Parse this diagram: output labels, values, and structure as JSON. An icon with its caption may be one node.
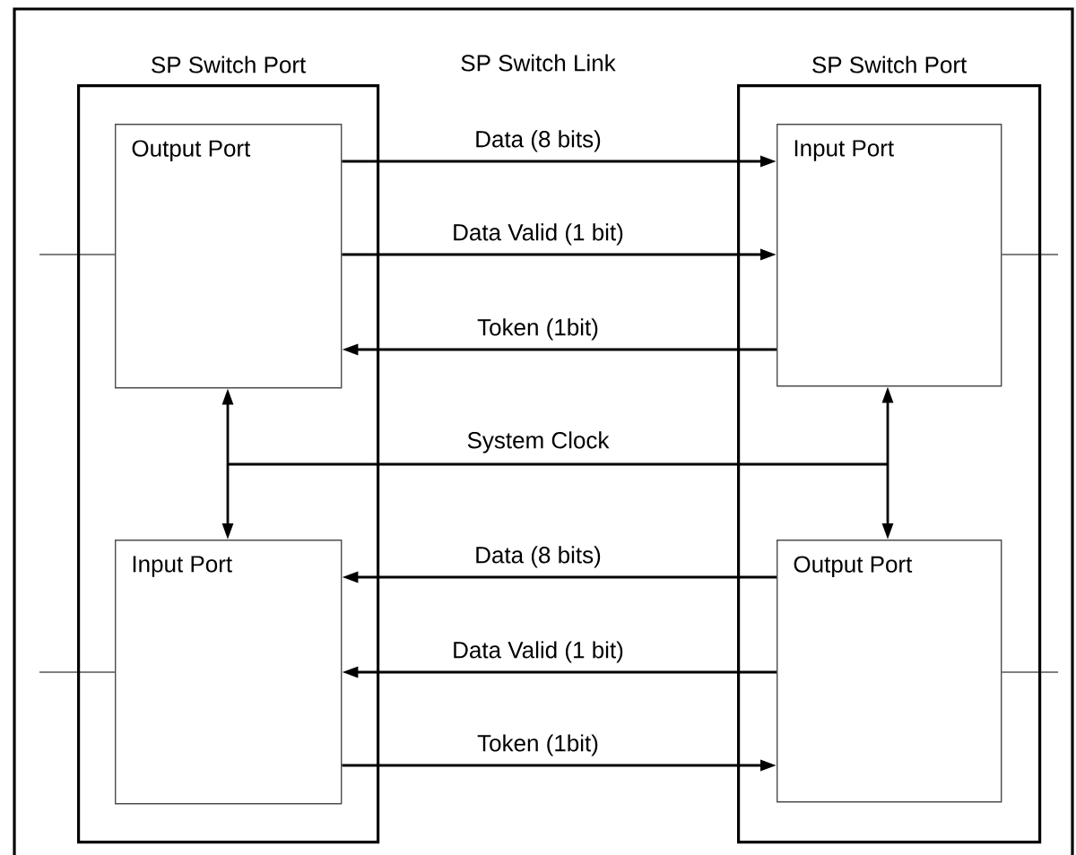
{
  "diagram": {
    "nodes": [
      {
        "text": [
          "SP Switch Port"
        ]
      },
      {
        "text": [
          "Output Port"
        ],
        "in": 0
      },
      {
        "text": [
          "Input Port"
        ],
        "in": 0
      },
      {
        "text": [
          "SP Switch Port"
        ]
      },
      {
        "text": [
          "Input Port"
        ],
        "in": 3
      },
      {
        "text": [
          "Output Port"
        ],
        "in": 3
      }
    ],
    "edges": [
      {
        "from": 1,
        "to": 4,
        "arrow": "to",
        "label": "Data (8 bits)"
      },
      {
        "from": 1,
        "to": 4,
        "arrow": "to",
        "label": "Data Valid (1 bit)"
      },
      {
        "from": 4,
        "to": 1,
        "arrow": "to",
        "label": "Token (1bit)"
      },
      {
        "from": 1,
        "to": 2,
        "arrow": "both"
      },
      {
        "from": 4,
        "to": 5,
        "arrow": "both"
      },
      {
        "from": 5,
        "to": 2,
        "arrow": "to",
        "label": "Data (8 bits)"
      },
      {
        "from": 5,
        "to": 2,
        "arrow": "to",
        "label": "Data Valid (1 bit)"
      },
      {
        "from": 2,
        "to": 5,
        "arrow": "to",
        "label": "Token (1bit)"
      },
      {
        "from": null,
        "to": 1,
        "arrow": "none"
      },
      {
        "from": 4,
        "to": null,
        "arrow": "none"
      },
      {
        "from": null,
        "to": 2,
        "arrow": "none"
      },
      {
        "from": 5,
        "to": null,
        "arrow": "none"
      }
    ],
    "labels": [
      "SP Switch Link",
      "System Clock"
    ]
  }
}
